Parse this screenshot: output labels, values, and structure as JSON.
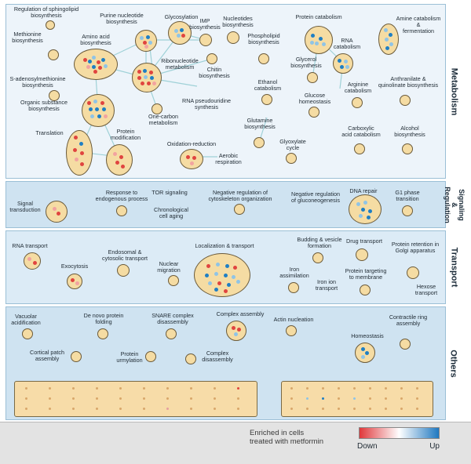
{
  "sections": {
    "metabolism": "Metabolism",
    "signaling": "Signaling\n&\nRegulation",
    "transport": "Transport",
    "others": "Others"
  },
  "labels": {
    "sphingolipid": "Regulation of sphingolipid\nbiosynthesis",
    "methionine": "Methionine\nbiosynthesis",
    "amino_acid": "Amino acid\nbiosynthesis",
    "purine": "Purine nucleotide\nbiosynthesis",
    "glyco": "Glycosylation",
    "imp": "IMP\nbiosynthesis",
    "nucleotide": "Nucleotides\nbiosynthesis",
    "protein_catabolism": "Protein catabolism",
    "amine": "Amine catabolism\n&\nfermentation",
    "chitin": "Chitin\nbiosynthesis",
    "phospholipid": "Phospholipid\nbiosynthesis",
    "ribonucleotide": "Ribonucleotide\nmetabolism",
    "rna_catabolism": "RNA\ncatabolism",
    "glycerol": "Glycerol\nbiosynthesis",
    "sam": "S-adenosylmethionine\nbiosynthesis",
    "organic": "Organic substance\nbiosynthesis",
    "one_carbon": "One-carbon\nmetabolism",
    "ethanol": "Ethanol\ncatabolism",
    "antifolate": "Anthranilate &\nquinolinate biosynthesis",
    "rna_pseudo": "RNA pseudouridine\nsynthesis",
    "glucose": "Glucose\nhomeostasis",
    "arginine": "Arginine\ncatabolism",
    "translation": "Translation",
    "protein_mod": "Protein\nmodification",
    "glutamine": "Glutamine\nbiosynthesis",
    "carboxylic": "Carboxylic\nacid catabolism",
    "alcohol": "Alcohol\nbiosynthesis",
    "oxidation": "Oxidation-reduction",
    "aerobic": "Aerobic\nrespiration",
    "glyoxylate": "Glyoxylate\ncycle",
    "signal": "Signal\ntransduction",
    "response": "Response to\nendogenous process",
    "tor": "TOR signaling",
    "chrono": "Chronological\ncell aging",
    "cytoskeleton": "Negative regulation of\ncytoskeleton organization",
    "gluconeo": "Negative regulation\nof gluconeogenesis",
    "dna_repair": "DNA repair",
    "g1": "G1 phase\ntransition",
    "rna_transport": "RNA transport",
    "exocytosis": "Exocytosis",
    "endosomal": "Endosomal &\ncytosolic transport",
    "nuclear": "Nuclear\nmigration",
    "localization": "Localization & transport",
    "budding": "Budding & vesicle\nformation",
    "drug": "Drug transport",
    "golgi": "Protein retention in\nGolgi apparatus",
    "iron": "Iron\nassimilation",
    "iron_ion": "Iron ion\ntransport",
    "membrane": "Protein targeting\nto membrane",
    "hexose": "Hexose\ntransport",
    "vacuolar": "Vacuolar\nacidification",
    "de_novo": "De novo protein\nfolding",
    "snare": "SNARE complex\ndisassembly",
    "complex_assembly": "Complex assembly",
    "actin": "Actin nucleation",
    "contractile": "Contractile ring\nassembly",
    "cortical": "Cortical patch\nassembly",
    "urmylation": "Protein\nurmylation",
    "complex_disassembly": "Complex\ndisassembly",
    "homeostasis": "Homeostasis"
  },
  "legend": {
    "title": "Enriched in cells\ntreated with metformin",
    "down": "Down",
    "up": "Up",
    "color_down": "#e0383b",
    "color_mid": "#ffffff",
    "color_up": "#1f78c0"
  }
}
